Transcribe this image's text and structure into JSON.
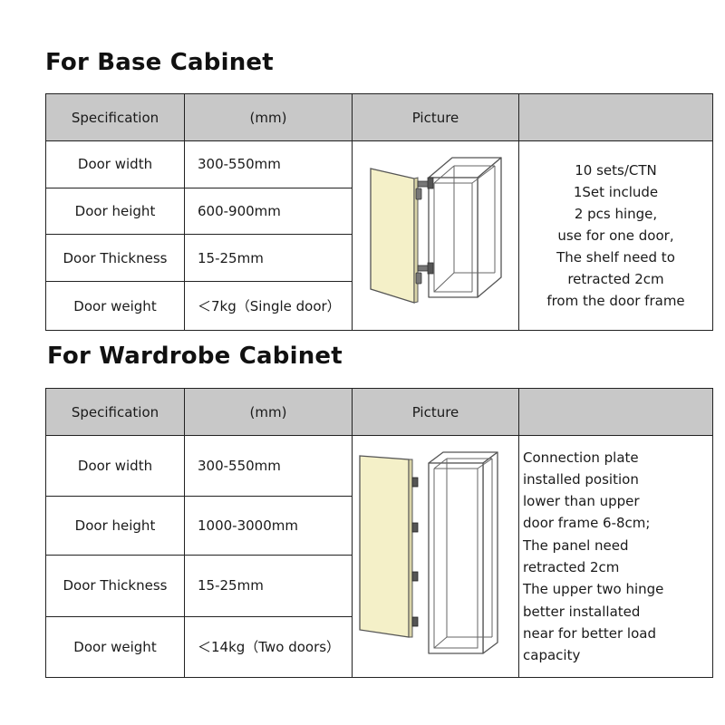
{
  "base": {
    "title": "For Base Cabinet",
    "headers": [
      "Specification",
      "(mm)",
      "Picture",
      ""
    ],
    "rows": [
      {
        "name": "Door width",
        "value": "300-550mm"
      },
      {
        "name": "Door height",
        "value": "600-900mm"
      },
      {
        "name": "Door Thickness",
        "value": "15-25mm"
      },
      {
        "name": "Door weight",
        "value": "＜7kg（Single door）"
      }
    ],
    "notes": [
      "10 sets/CTN",
      "1Set include",
      "2 pcs hinge,",
      "use for one door,",
      "The shelf need to",
      "retracted 2cm",
      "from the door frame"
    ]
  },
  "wardrobe": {
    "title": "For Wardrobe Cabinet",
    "headers": [
      "Specification",
      "(mm)",
      "Picture",
      ""
    ],
    "rows": [
      {
        "name": "Door width",
        "value": "300-550mm"
      },
      {
        "name": "Door height",
        "value": "1000-3000mm"
      },
      {
        "name": "Door Thickness",
        "value": "15-25mm"
      },
      {
        "name": "Door weight",
        "value": "＜14kg（Two doors）"
      }
    ],
    "notes": [
      "Connection plate",
      "installed position",
      "lower than upper",
      "door frame 6-8cm;",
      "The panel need",
      "retracted 2cm",
      "The upper two hinge",
      "better installated",
      "near for better load",
      "capacity"
    ]
  },
  "colors": {
    "header_bg": "#c8c8c8",
    "door_panel": "#f4f0c8",
    "border": "#222222"
  }
}
